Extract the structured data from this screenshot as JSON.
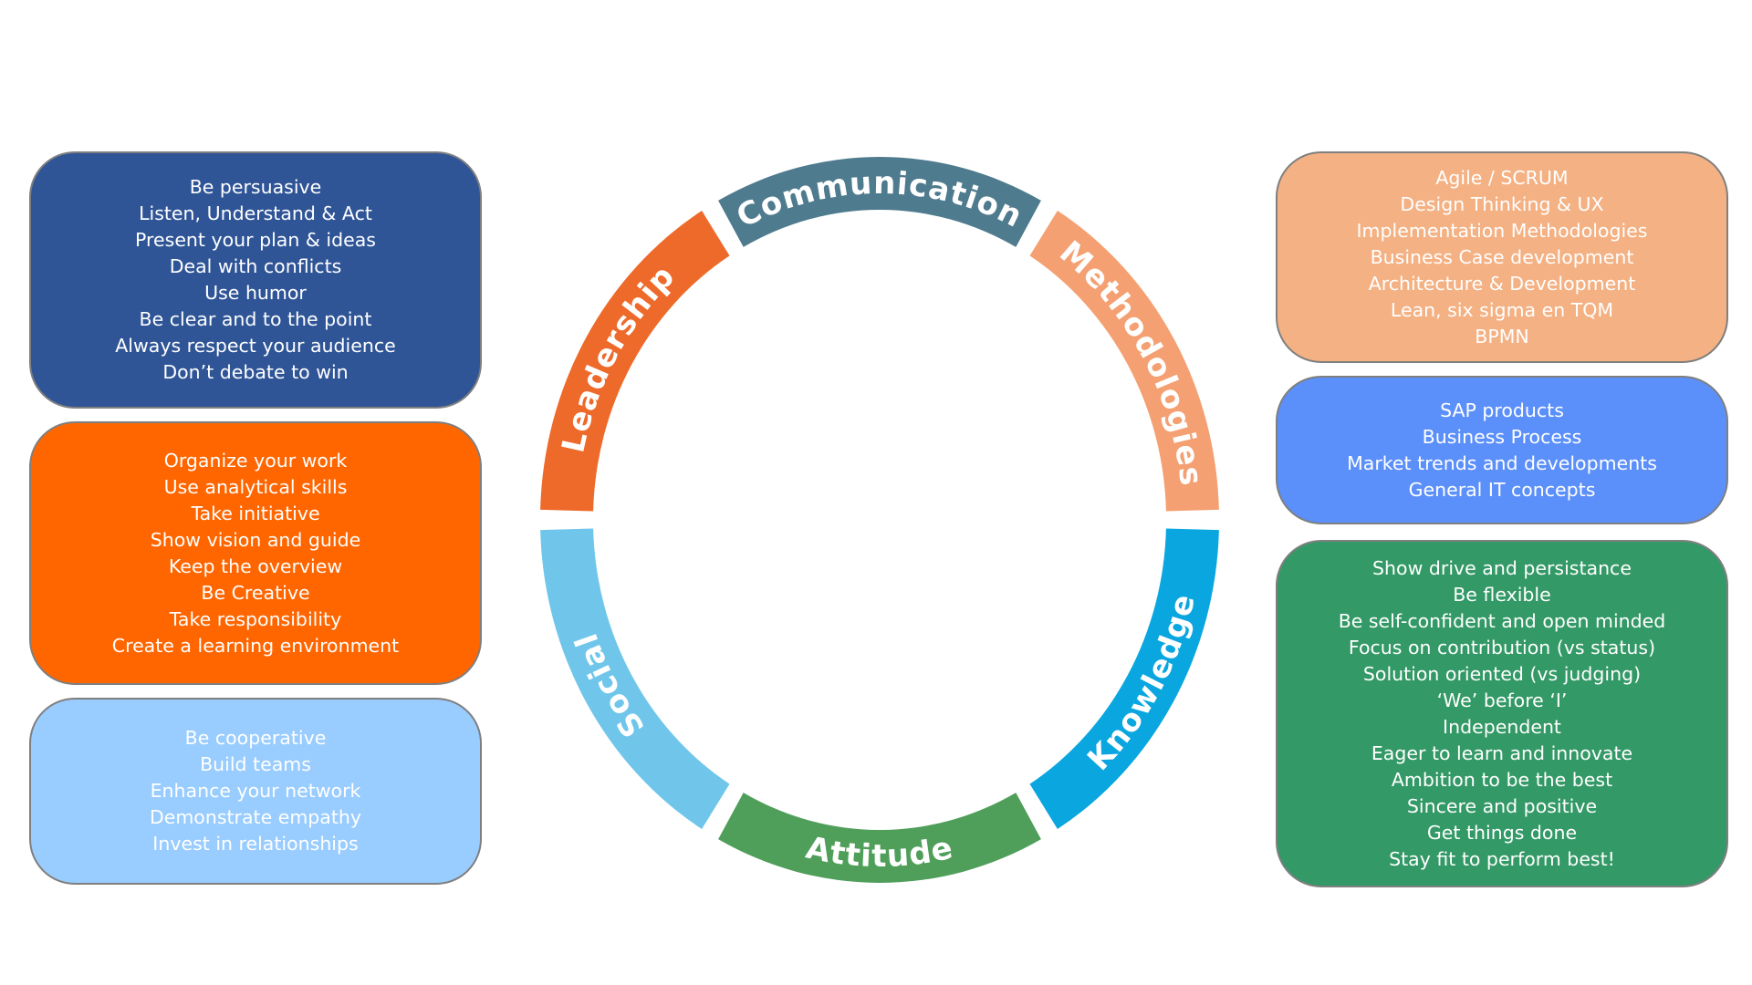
{
  "colors": {
    "communication": "#4f7b8f",
    "methodologies": "#f4a072",
    "knowledge": "#0aa6e0",
    "attitude": "#4f9f5a",
    "social": "#70c6ea",
    "leadership": "#ee6a2a"
  },
  "wheel": {
    "communication": "Communication",
    "methodologies": "Methodologies",
    "knowledge": "Knowledge",
    "attitude": "Attitude",
    "social": "Social",
    "leadership": "Leadership"
  },
  "boxes": {
    "communication": [
      "Be persuasive",
      "Listen, Understand & Act",
      "Present your plan & ideas",
      "Deal with conflicts",
      "Use humor",
      "Be clear and to the point",
      "Always respect your audience",
      "Don’t debate to win"
    ],
    "leadership": [
      "Organize your work",
      "Use analytical skills",
      "Take initiative",
      "Show vision and guide",
      "Keep the overview",
      "Be Creative",
      "Take responsibility",
      "Create a learning environment"
    ],
    "social": [
      "Be cooperative",
      "Build teams",
      "Enhance your network",
      "Demonstrate empathy",
      "Invest in relationships"
    ],
    "methodologies": [
      "Agile / SCRUM",
      "Design Thinking & UX",
      "Implementation  Methodologies",
      "Business Case development",
      "Architecture  & Development",
      "Lean, six sigma en TQM",
      "BPMN"
    ],
    "knowledge": [
      "SAP  products",
      "Business Process",
      "Market  trends and developments",
      "General IT concepts"
    ],
    "attitude": [
      "Show drive and persistance",
      "Be flexible",
      "Be self-confident and open minded",
      "Focus on contribution  (vs status)",
      "Solution oriented (vs judging)",
      "‘We’ before ‘I’",
      "Independent",
      "Eager to learn and innovate",
      "Ambition  to be the best",
      "Sincere and positive",
      "Get things done",
      "Stay fit to perform best!"
    ]
  }
}
